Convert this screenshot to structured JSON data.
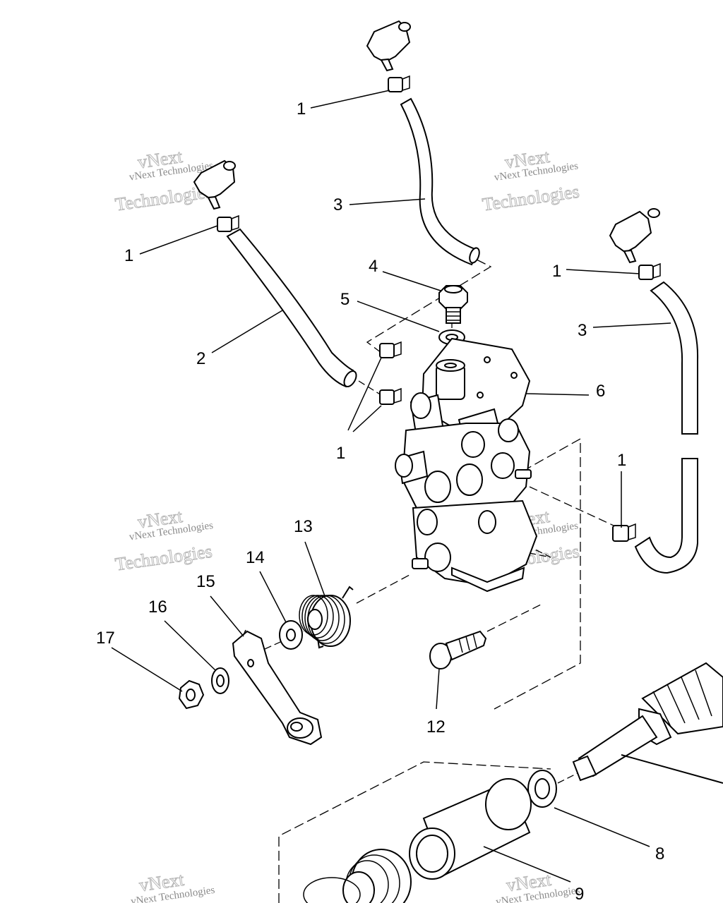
{
  "diagram": {
    "callouts": [
      {
        "id": "c1a",
        "label": "1"
      },
      {
        "id": "c1b",
        "label": "1"
      },
      {
        "id": "c1c",
        "label": "1"
      },
      {
        "id": "c1d",
        "label": "1"
      },
      {
        "id": "c1e",
        "label": "1"
      },
      {
        "id": "c2",
        "label": "2"
      },
      {
        "id": "c3a",
        "label": "3"
      },
      {
        "id": "c3b",
        "label": "3"
      },
      {
        "id": "c4",
        "label": "4"
      },
      {
        "id": "c5",
        "label": "5"
      },
      {
        "id": "c6",
        "label": "6"
      },
      {
        "id": "c8",
        "label": "8"
      },
      {
        "id": "c9",
        "label": "9"
      },
      {
        "id": "c12",
        "label": "12"
      },
      {
        "id": "c13",
        "label": "13"
      },
      {
        "id": "c14",
        "label": "14"
      },
      {
        "id": "c15",
        "label": "15"
      },
      {
        "id": "c16",
        "label": "16"
      },
      {
        "id": "c17",
        "label": "17"
      }
    ],
    "watermark": {
      "line1": "vNext Technologies",
      "line2": "vNext",
      "line3": "Technologies"
    }
  }
}
